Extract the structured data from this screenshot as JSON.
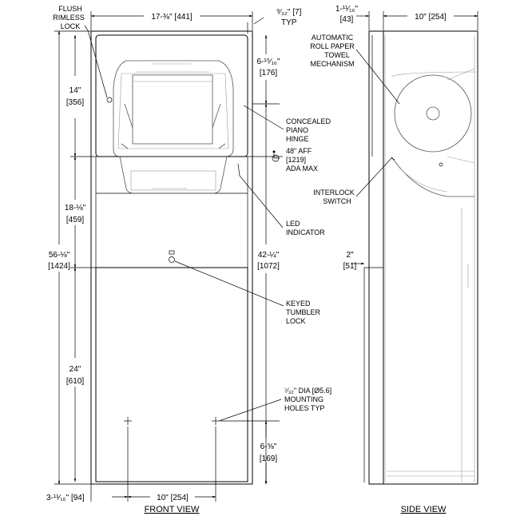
{
  "front_view": {
    "title": "FRONT VIEW",
    "dims": {
      "width_top": "17-⅜\" [441]",
      "flange": "⁹⁄₃₂\" [7]",
      "flange_typ": "TYP",
      "upper_height": "14\"",
      "upper_height_mm": "[356]",
      "mech_top": "6-¹⁵⁄₁₆\"",
      "mech_top_mm": "[176]",
      "middle": "18-⅛\"",
      "middle_mm": "[459]",
      "overall_height": "56-⅛\"",
      "overall_height_mm": "[1424]",
      "to_lock": "42-¼\"",
      "to_lock_mm": "[1072]",
      "bottom_bin": "24\"",
      "bottom_bin_mm": "[610]",
      "holes_height": "6-⅝\"",
      "holes_height_mm": "[169]",
      "bottom_left": "3-¹¹⁄₁₆\" [94]",
      "holes_spacing": "10\" [254]"
    },
    "callouts": {
      "flush_lock_1": "FLUSH",
      "flush_lock_2": "RIMLESS",
      "flush_lock_3": "LOCK",
      "hinge_1": "CONCEALED",
      "hinge_2": "PIANO",
      "hinge_3": "HINGE",
      "ada_1": "48\" AFF",
      "ada_2": "[1219]",
      "ada_3": "ADA MAX",
      "led_1": "LED",
      "led_2": "INDICATOR",
      "keyed_1": "KEYED",
      "keyed_2": "TUMBLER",
      "keyed_3": "LOCK",
      "holes_1": "⁷⁄₃₂\" DIA [Ø5.6]",
      "holes_2": "MOUNTING",
      "holes_3": "HOLES TYP"
    },
    "ada_icon": "wheelchair-icon"
  },
  "side_view": {
    "title": "SIDE VIEW",
    "dims": {
      "flange_depth": "1-¹¹⁄₁₆\"",
      "flange_depth_mm": "[43]",
      "depth": "10\" [254]",
      "recess": "2\"",
      "recess_mm": "[51]"
    },
    "callouts": {
      "auto_1": "AUTOMATIC",
      "auto_2": "ROLL PAPER",
      "auto_3": "TOWEL",
      "auto_4": "MECHANISM",
      "interlock_1": "INTERLOCK",
      "interlock_2": "SWITCH"
    }
  }
}
